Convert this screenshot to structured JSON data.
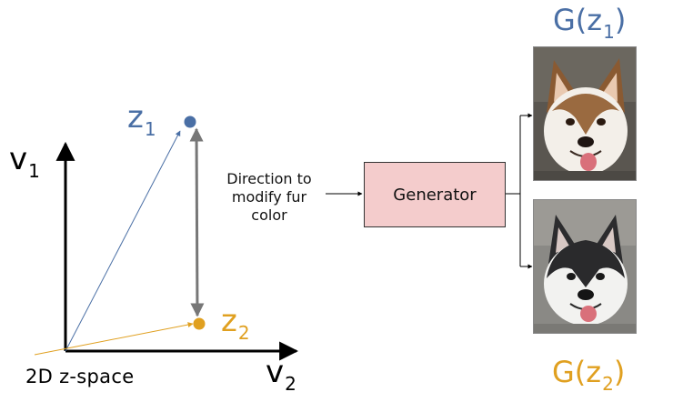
{
  "axes": {
    "x_label": "v",
    "x_sub": "2",
    "y_label": "v",
    "y_sub": "1",
    "caption": "2D z-space"
  },
  "points": {
    "z1": {
      "label": "z",
      "sub": "1",
      "color": "#4a6fa5"
    },
    "z2": {
      "label": "z",
      "sub": "2",
      "color": "#e0a020"
    }
  },
  "direction_text": {
    "line1": "Direction to",
    "line2": "modify fur",
    "line3": "color"
  },
  "generator": {
    "label": "Generator",
    "fill": "#f4cccc"
  },
  "outputs": {
    "g1": {
      "prefix": "G(z",
      "sub": "1",
      "suffix": ")",
      "color": "#4a6fa5"
    },
    "g2": {
      "prefix": "G(z",
      "sub": "2",
      "suffix": ")",
      "color": "#e0a020"
    }
  },
  "images": {
    "top": {
      "icon": "husky-dog-brown-photo"
    },
    "bottom": {
      "icon": "husky-dog-black-photo"
    }
  }
}
